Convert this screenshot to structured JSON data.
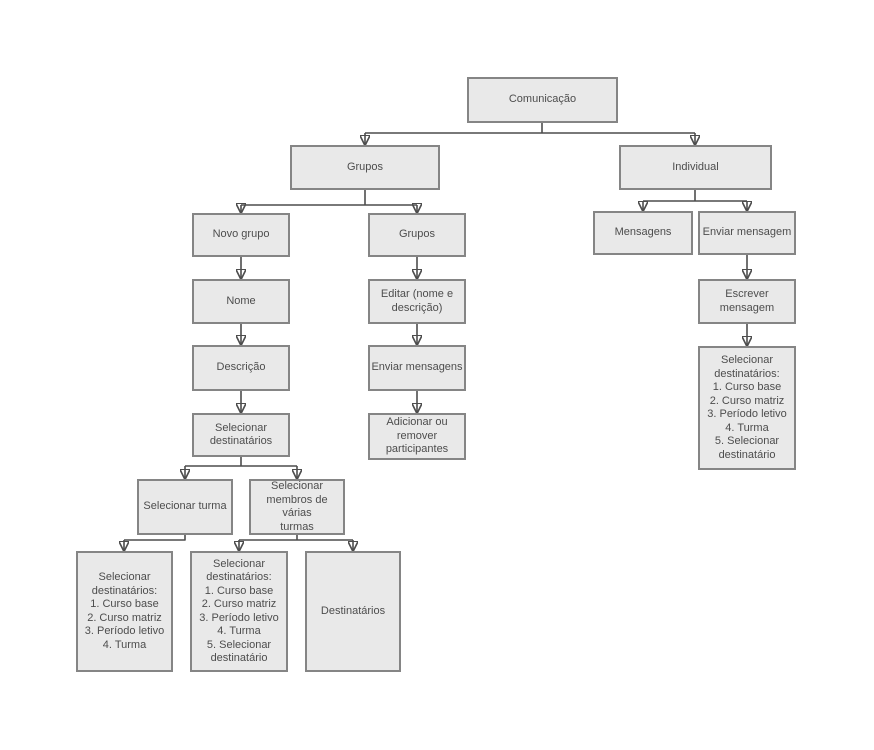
{
  "diagram": {
    "description": "Flowchart of a communication module",
    "colors": {
      "background": "#ffffff",
      "node_fill": "#e9e9e9",
      "node_border": "#858585",
      "connector": "#4d4d4d",
      "text": "#4d4d4d"
    },
    "nodes": {
      "comunicacao": "Comunicação",
      "grupos": "Grupos",
      "individual": "Individual",
      "novo_grupo": "Novo grupo",
      "grupos2": "Grupos",
      "mensagens": "Mensagens",
      "enviar_mensagem": "Enviar mensagem",
      "nome": "Nome",
      "editar": "Editar (nome e\ndescrição)",
      "escrever_mensagem": "Escrever mensagem",
      "descricao": "Descrição",
      "enviar_mensagens": "Enviar mensagens",
      "dest_lista_individual": "Selecionar\ndestinatários:\n1. Curso base\n2. Curso matriz\n3. Período letivo\n4. Turma\n5. Selecionar\ndestinatário",
      "selecionar_destinatarios": "Selecionar\ndestinatários",
      "adicionar": "Adicionar ou\nremover\nparticipantes",
      "selecionar_turma": "Selecionar turma",
      "selecionar_membros": "Selecionar\nmembros de várias\nturmas",
      "dest_lista_turma": "Selecionar\ndestinatários:\n1. Curso base\n2. Curso matriz\n3. Período letivo\n4. Turma",
      "dest_lista_membros": "Selecionar\ndestinatários:\n1. Curso base\n2. Curso matriz\n3. Período letivo\n4. Turma\n5. Selecionar\ndestinatário",
      "destinatarios": "Destinatários"
    },
    "edges": [
      {
        "from": "comunicacao",
        "to": "grupos"
      },
      {
        "from": "comunicacao",
        "to": "individual"
      },
      {
        "from": "grupos",
        "to": "novo_grupo"
      },
      {
        "from": "grupos",
        "to": "grupos2"
      },
      {
        "from": "individual",
        "to": "mensagens"
      },
      {
        "from": "individual",
        "to": "enviar_mensagem"
      },
      {
        "from": "novo_grupo",
        "to": "nome"
      },
      {
        "from": "nome",
        "to": "descricao"
      },
      {
        "from": "descricao",
        "to": "selecionar_destinatarios"
      },
      {
        "from": "selecionar_destinatarios",
        "to": "selecionar_turma"
      },
      {
        "from": "selecionar_destinatarios",
        "to": "selecionar_membros"
      },
      {
        "from": "selecionar_turma",
        "to": "dest_lista_turma"
      },
      {
        "from": "selecionar_membros",
        "to": "dest_lista_membros"
      },
      {
        "from": "selecionar_membros",
        "to": "destinatarios"
      },
      {
        "from": "grupos2",
        "to": "editar"
      },
      {
        "from": "editar",
        "to": "enviar_mensagens"
      },
      {
        "from": "enviar_mensagens",
        "to": "adicionar"
      },
      {
        "from": "enviar_mensagem",
        "to": "escrever_mensagem"
      },
      {
        "from": "escrever_mensagem",
        "to": "dest_lista_individual"
      }
    ]
  }
}
